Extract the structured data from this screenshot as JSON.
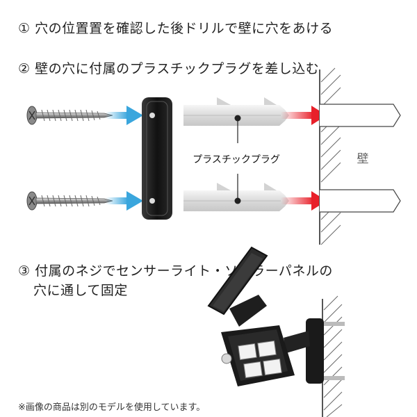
{
  "steps": {
    "step1": "① 穴の位置置を確認した後ドリルで壁に穴をあける",
    "step2": "② 壁の穴に付属のプラスチックプラグを差し込む",
    "step3_line1": "③ 付属のネジでセンサーライト・ソーラーパネルの",
    "step3_line2": "穴に通して固定"
  },
  "labels": {
    "plastic_plug": "プラスチックプラグ",
    "wall": "壁"
  },
  "note": "※画像の商品は別のモデルを使用しています。",
  "colors": {
    "blue_arrow": "#3aa6dd",
    "red_arrow": "#e8202a",
    "bracket": "#1c1c1c",
    "plug": "#d6d6d6",
    "wall_hatch": "#555555"
  }
}
